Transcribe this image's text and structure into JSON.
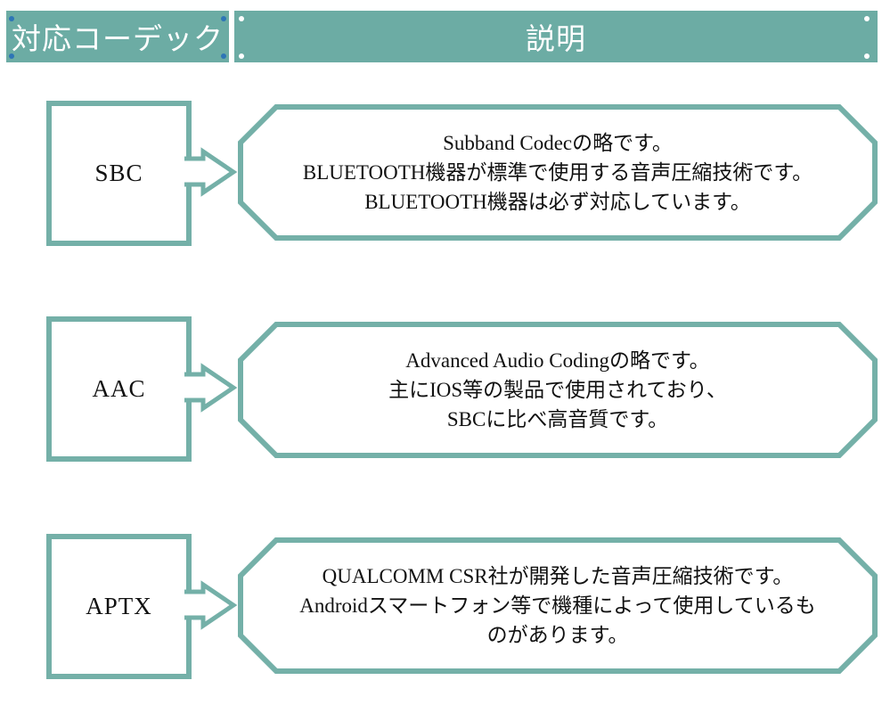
{
  "colors": {
    "teal_fill": "#6CACA4",
    "teal_border": "#74B0A8",
    "handle_blue": "#2E75B6",
    "handle_white": "#FFFFFF",
    "text": "#111111"
  },
  "header": {
    "codec_col": "対応コーデック",
    "desc_col": "説明"
  },
  "rows": [
    {
      "codec": "SBC",
      "description": "Subband Codecの略です。\nBLUETOOTH機器が標準で使用する音声圧縮技術です。\nBLUETOOTH機器は必ず対応しています。"
    },
    {
      "codec": "AAC",
      "description": "Advanced Audio Codingの略です。\n主にIOS等の製品で使用されており、\nSBCに比べ高音質です。"
    },
    {
      "codec": "APTX",
      "description": "QUALCOMM CSR社が開発した音声圧縮技術です。\nAndroidスマートフォン等で機種によって使用しているも\nのがあります。"
    }
  ],
  "icons": {
    "arrow": "right-arrow-icon"
  }
}
